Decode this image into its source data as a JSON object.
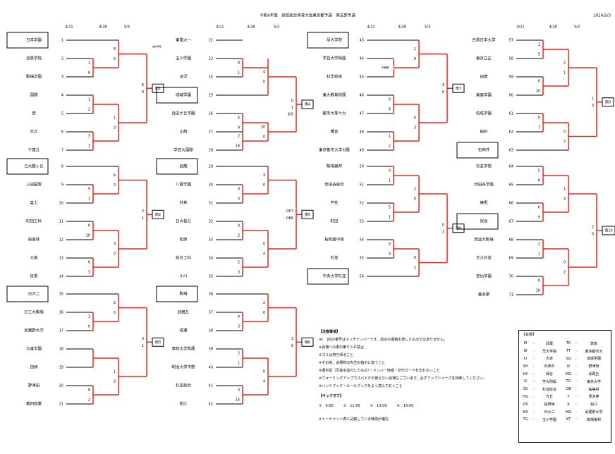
{
  "header": {
    "title": "令和6年度　高校総合体育大会東京都予選　南支部予選",
    "date": "2024/5/3"
  },
  "date_headers": [
    "4/21",
    "4/28",
    "5/3"
  ],
  "stray_note": "会場/時間",
  "blocks": [
    {
      "id": "A",
      "x": 20,
      "venue_id": "南1",
      "groups": [
        {
          "teams": [
            [
              "日本学園",
              1,
              true
            ],
            [
              "目黒学院",
              2,
              false
            ],
            [
              "駒場学園",
              3,
              false
            ],
            [
              "国際",
              4,
              false
            ],
            [
              "西",
              5,
              false
            ],
            [
              "光丘",
              6,
              false
            ],
            [
              "千歳丘",
              7,
              false
            ]
          ],
          "g1": [
            [
              "2",
              "3"
            ],
            [
              "4",
              "5"
            ],
            [
              "6",
              "7"
            ]
          ],
          "g1_scores": [
            [
              "1",
              "6"
            ],
            [
              "1",
              "2"
            ],
            [
              "3",
              "1"
            ]
          ],
          "g2": [
            [
              "1",
              "23"
            ],
            [
              "45",
              "67"
            ]
          ],
          "g2_scores": [
            [
              "8",
              "0"
            ],
            [
              "1",
              "3"
            ]
          ],
          "final_scores": [
            "6",
            "0"
          ],
          "result": "南1"
        },
        {
          "teams": [
            [
              "日大鶴ヶ丘",
              8,
              true
            ],
            [
              "三田国際",
              9,
              false
            ],
            [
              "富士",
              10,
              false
            ],
            [
              "町田工科",
              11,
              false
            ],
            [
              "桜美林",
              12,
              false
            ],
            [
              "大泉",
              13,
              false
            ],
            [
              "目黒",
              14,
              false
            ]
          ],
          "g1": [
            [
              "9",
              "10"
            ],
            [
              "11",
              "12"
            ],
            [
              "13",
              "14"
            ]
          ],
          "g1_scores": [
            [
              "5",
              "1"
            ],
            [
              "0",
              "10"
            ],
            [
              "0",
              "3"
            ]
          ],
          "g2": [
            [
              "8",
              "910"
            ],
            [
              "1112",
              "1314"
            ]
          ],
          "g2_scores": [
            [
              "b",
              "0"
            ],
            [
              "3",
              "0"
            ]
          ],
          "final_scores": [
            "2",
            "1"
          ],
          "result": "南2"
        },
        {
          "teams": [
            [
              "日大二",
              15,
              true
            ],
            [
              "日工大駒場",
              16,
              false
            ],
            [
              "武蔵野大学",
              17,
              false
            ],
            [
              "大東学園",
              18,
              false
            ],
            [
              "田柄",
              19,
              false
            ],
            [
              "野津田",
              20,
              false
            ],
            [
              "第四商業",
              21,
              false
            ]
          ],
          "g1": [
            [
              "16",
              "17"
            ],
            [
              "19",
              "20"
            ],
            [
              "20",
              "21"
            ]
          ],
          "g1_scores": [
            [
              "3",
              "0"
            ],
            [
              "",
              ""
            ],
            [
              "8",
              "2"
            ]
          ],
          "g2": [
            [
              "15",
              "1617"
            ],
            [
              "18",
              "1921"
            ]
          ],
          "g2_scores": [
            [
              "2",
              "0"
            ],
            [
              "1",
              "3"
            ]
          ],
          "final_scores": [
            "3",
            "1"
          ],
          "result": "南3",
          "note18": "不戦勝"
        }
      ]
    }
  ],
  "left_brackets": [
    {
      "teams": [
        "日本学園",
        "目黒学院",
        "駒場学園",
        "国際",
        "西",
        "光丘",
        "千歳丘"
      ],
      "nums": [
        "1",
        "2",
        "3",
        "4",
        "5",
        "6",
        "7"
      ],
      "seed": 0,
      "s_r1": [
        [
          "1",
          "6"
        ],
        [
          "1",
          "2"
        ],
        [
          "3",
          "1"
        ]
      ],
      "s_r2": [
        [
          "8",
          "0"
        ],
        [
          "1",
          "3"
        ]
      ],
      "s_r3": [
        "6",
        "0"
      ],
      "res": "南1"
    },
    {
      "teams": [
        "日大鶴ヶ丘",
        "三田国際",
        "富士",
        "町田工科",
        "桜美林",
        "大泉",
        "目黒"
      ],
      "nums": [
        "8",
        "9",
        "10",
        "11",
        "12",
        "13",
        "14"
      ],
      "seed": 0,
      "s_r1": [
        [
          "5",
          "1"
        ],
        [
          "0",
          "10"
        ],
        [
          "0",
          "3"
        ]
      ],
      "s_r2": [
        [
          "b",
          "0"
        ],
        [
          "3",
          "0"
        ]
      ],
      "s_r3": [
        "2",
        "1"
      ],
      "res": "南2"
    },
    {
      "teams": [
        "日大二",
        "日工大駒場",
        "武蔵野大学",
        "大東学園",
        "田柄",
        "野津田",
        "第四商業"
      ],
      "nums": [
        "15",
        "16",
        "17",
        "18",
        "19",
        "20",
        "21"
      ],
      "seed": 0,
      "s_r1": [
        [
          "3",
          "0"
        ],
        [
          "",
          ""
        ],
        [
          "8",
          "2"
        ]
      ],
      "s_r2": [
        [
          "2",
          "0"
        ],
        [
          "1",
          "3"
        ]
      ],
      "s_r3": [
        "3",
        "1"
      ],
      "res": "南3"
    }
  ],
  "col2": [
    {
      "teams": [
        "東農大一",
        "玉川学園",
        "深沢",
        "成城学園",
        "自由が丘学園",
        "山崎",
        "学芸大国際"
      ],
      "nums": [
        "22",
        "23",
        "24",
        "25",
        "26",
        "27",
        "28"
      ],
      "seed": 3,
      "s_r1": [
        [
          "8",
          "1"
        ],
        [
          "4",
          "0"
        ],
        [
          "2",
          "19"
        ]
      ],
      "s_r2": [
        [
          "4",
          "0"
        ],
        [
          "10",
          "0"
        ]
      ],
      "s_r3": [
        "0",
        "1"
      ],
      "res": "南4",
      "extra": "延長"
    },
    {
      "teams": [
        "武蔵",
        "八雲学園",
        "井草",
        "日大桜丘",
        "松原",
        "総合工科",
        "小川"
      ],
      "nums": [
        "29",
        "30",
        "31",
        "32",
        "33",
        "34",
        "35"
      ],
      "seed": 0,
      "s_r1": [
        [
          "0",
          "3"
        ],
        [
          "0",
          "2"
        ],
        [
          "2",
          "3"
        ]
      ],
      "s_r2": [
        [
          "3",
          "0"
        ],
        [
          "0",
          "4"
        ]
      ],
      "s_r3": [
        "OP7",
        "OK6"
      ],
      "res": "南5"
    },
    {
      "teams": [
        "駒場",
        "武蔵丘",
        "成瀬",
        "専修大学附属",
        "明治大学中野",
        "杉並総合",
        "狛江"
      ],
      "nums": [
        "36",
        "37",
        "38",
        "39",
        "40",
        "41",
        "42"
      ],
      "seed": 0,
      "s_r1": [
        [
          "4",
          "3"
        ],
        [
          "2",
          "1"
        ],
        [
          "0",
          "13"
        ]
      ],
      "s_r2": [
        [
          "2",
          "0"
        ],
        [
          "0",
          "4"
        ]
      ],
      "s_r3": [
        "3",
        "0"
      ],
      "res": "南6"
    }
  ],
  "col3": [
    {
      "teams": [
        "早大学院",
        "学芸大学附属",
        "科学技術",
        "東大教育附属",
        "都市大等々力",
        "鷺宮",
        "東京都市大学付属"
      ],
      "nums": [
        "43",
        "44",
        "45",
        "46",
        "47",
        "48",
        "49"
      ],
      "seed": 0,
      "s_r1": [
        [
          "",
          ""
        ],
        [
          "0",
          "6"
        ],
        [
          "1",
          "2"
        ]
      ],
      "s_r2": [
        [
          "1",
          "0"
        ],
        [
          "0",
          "3"
        ]
      ],
      "s_r3": [
        "3",
        "0"
      ],
      "res": "南7",
      "note": "不戦勝"
    },
    {
      "teams": [
        "駒場東邦",
        "世田谷総合",
        "芦花",
        "町田",
        "桜修館中等",
        "杉並",
        "中央大学杉並"
      ],
      "nums": [
        "50",
        "51",
        "52",
        "53",
        "54",
        "55",
        "56"
      ],
      "seed": 6,
      "s_r1": [
        [
          "0",
          "1"
        ],
        [
          "5",
          "1"
        ],
        [
          "0",
          "3"
        ]
      ],
      "s_r2": [
        [
          "2",
          "0"
        ],
        [
          "0",
          "1"
        ]
      ],
      "s_r3": [
        "0",
        "2"
      ],
      "res": "南8"
    }
  ],
  "col4": [
    {
      "teams": [
        "目黒日本大学",
        "東京立正",
        "田無",
        "東亜学園",
        "佼成学園",
        "桜町",
        "石神井"
      ],
      "nums": [
        "57",
        "58",
        "59",
        "60",
        "61",
        "62",
        "63"
      ],
      "seed": 6,
      "s_r1": [
        [
          "2",
          "5"
        ],
        [
          "0",
          "10"
        ],
        [
          "0",
          "7"
        ]
      ],
      "s_r2": [
        [
          "2",
          "1"
        ],
        [
          "0",
          "2"
        ]
      ],
      "s_r3": [
        "1",
        "3"
      ],
      "res": "南9"
    },
    {
      "teams": [
        "杉並学院",
        "世田谷学園",
        "練馬",
        "保谷",
        "筑波大駒場",
        "文大杉並",
        "宝仙学園",
        "豊多摩"
      ],
      "nums": [
        "64",
        "65",
        "66",
        "67",
        "68",
        "69",
        "70",
        "71"
      ],
      "seed": 3,
      "s_r1": [
        [
          "5",
          "0"
        ],
        [
          "0",
          "9"
        ],
        [
          "2",
          "1"
        ],
        [
          "0",
          "10"
        ]
      ],
      "s_r2": [
        [
          "1",
          "3"
        ],
        [
          "0",
          "2"
        ]
      ],
      "s_r3": [
        "2",
        "0"
      ],
      "res": "南10"
    }
  ],
  "notes": {
    "title": "【注意事項】",
    "lines": [
      "※[　]内の番号はマッチナンバーです。試合の順番を表したものではありません。",
      "※会場への車の乗り入れ禁止",
      "※ゴミは持ち帰ること",
      "※その他、会場校の先生の指示に従うこと",
      "※選手証（写真を貼付したもの）・メンバー用紙・交代カードを忘れないこと",
      "※ウォーミングアップでスパイクの使えない会場もございます。必ずアップシューズを持参してください。",
      "※ハンドブック・ルールブックをよく読んでおくこと"
    ],
    "kickoff_title": "【キックオフ】",
    "kickoff": [
      "①　9:00",
      "②　11:00",
      "③　13:00",
      "④　15:00"
    ],
    "footer": "※トーナメント表に記載している時間が優先"
  },
  "venues": {
    "title": "【会場】",
    "rows": [
      [
        "M",
        "武蔵",
        "TK",
        "筑駒"
      ],
      [
        "W",
        "早大学院",
        "TT",
        "東京都市大"
      ],
      [
        "O",
        "大泉",
        "SG",
        "成城学園"
      ],
      [
        "SH",
        "石神井",
        "N",
        "野津田"
      ],
      [
        "HY",
        "保谷",
        "MG",
        "武蔵丘"
      ],
      [
        "G",
        "学大附属",
        "TD",
        "東京大学"
      ],
      [
        "SS",
        "杉並総合",
        "OB",
        "桜美林"
      ],
      [
        "HG",
        "光丘",
        "T",
        "豊多摩"
      ],
      [
        "OS",
        "桜修館",
        "K",
        "狛江"
      ],
      [
        "N3",
        "日大三",
        "MD",
        "武蔵野大学"
      ],
      [
        "TG",
        "玉川学園",
        "KT",
        "駒場東邦"
      ]
    ]
  }
}
